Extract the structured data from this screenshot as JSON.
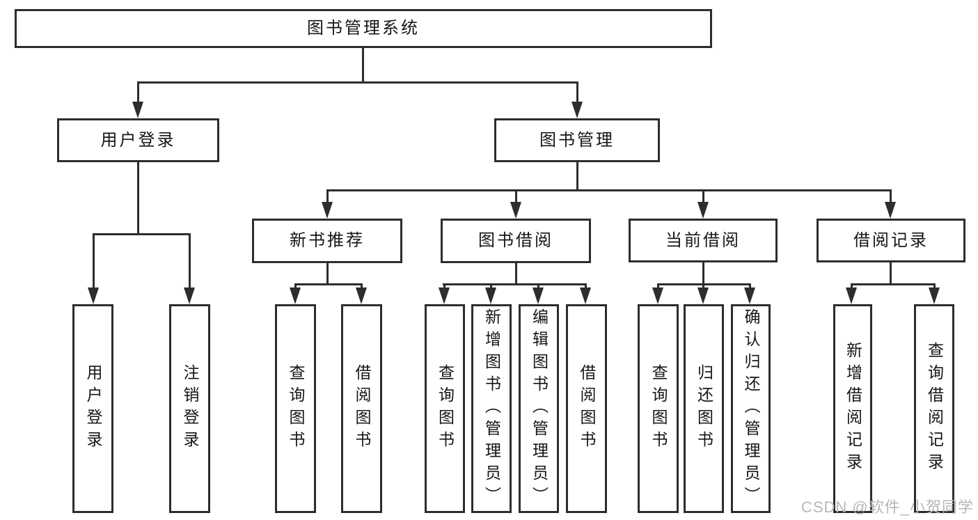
{
  "diagram": {
    "type": "tree-diagram",
    "line_color": "#2d2d2d",
    "text_color": "#161616",
    "background": "#ffffff",
    "root": {
      "label": "图书管理系统",
      "children": [
        {
          "label": "用户登录",
          "children": [
            {
              "label": "用户登录"
            },
            {
              "label": "注销登录"
            }
          ]
        },
        {
          "label": "图书管理",
          "children": [
            {
              "label": "新书推荐",
              "children": [
                {
                  "label": "查询图书"
                },
                {
                  "label": "借阅图书"
                }
              ]
            },
            {
              "label": "图书借阅",
              "children": [
                {
                  "label": "查询图书"
                },
                {
                  "label": "新增图书（管理员）"
                },
                {
                  "label": "编辑图书（管理员）"
                },
                {
                  "label": "借阅图书"
                }
              ]
            },
            {
              "label": "当前借阅",
              "children": [
                {
                  "label": "查询图书"
                },
                {
                  "label": "归还图书"
                },
                {
                  "label": "确认归还（管理员）"
                }
              ]
            },
            {
              "label": "借阅记录",
              "children": [
                {
                  "label": "新增借阅记录"
                },
                {
                  "label": "查询借阅记录"
                }
              ]
            }
          ]
        }
      ]
    }
  },
  "watermark": {
    "text": "CSDN @软件_小贺同学",
    "color": "#b7b7b7"
  }
}
